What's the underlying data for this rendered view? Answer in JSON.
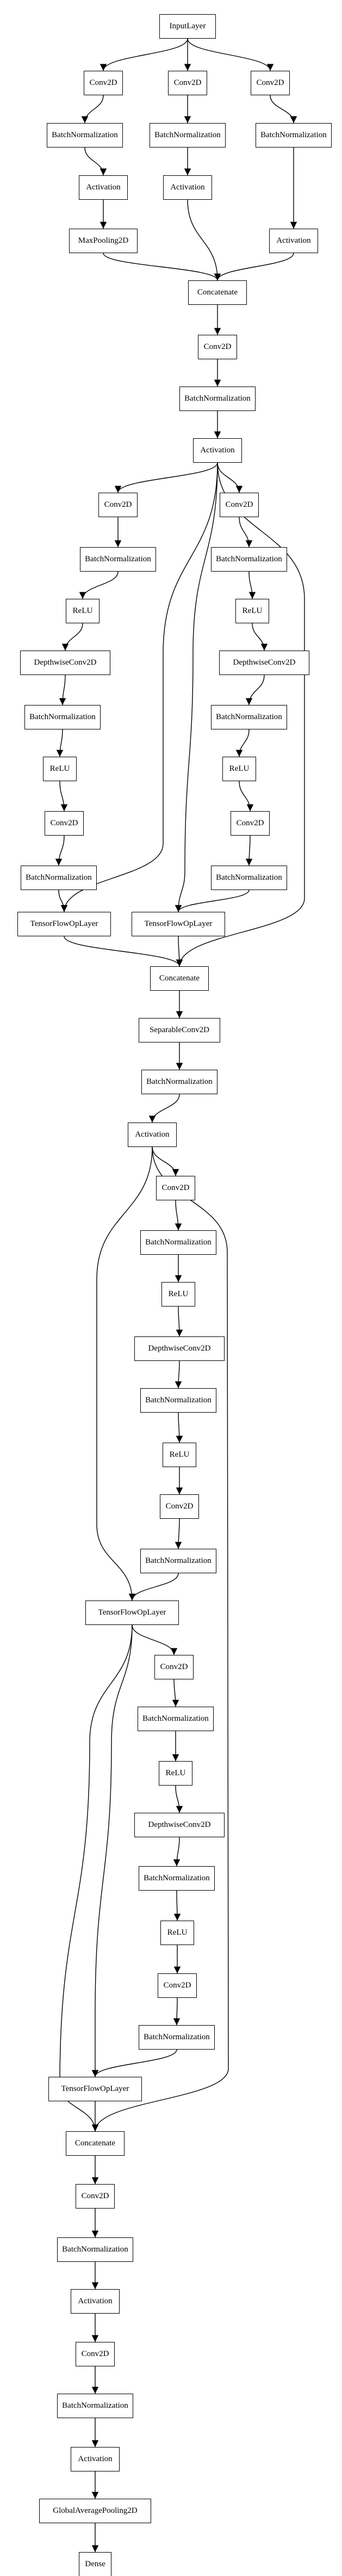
{
  "nodes": [
    {
      "id": "n_input",
      "label": "InputLayer"
    },
    {
      "id": "n_c1a",
      "label": "Conv2D"
    },
    {
      "id": "n_c1b",
      "label": "Conv2D"
    },
    {
      "id": "n_c1c",
      "label": "Conv2D"
    },
    {
      "id": "n_bn1a",
      "label": "BatchNormalization"
    },
    {
      "id": "n_bn1b",
      "label": "BatchNormalization"
    },
    {
      "id": "n_bn1c",
      "label": "BatchNormalization"
    },
    {
      "id": "n_act1a",
      "label": "Activation"
    },
    {
      "id": "n_act1b",
      "label": "Activation"
    },
    {
      "id": "n_act1c",
      "label": "Activation"
    },
    {
      "id": "n_mp",
      "label": "MaxPooling2D"
    },
    {
      "id": "n_cat1",
      "label": "Concatenate"
    },
    {
      "id": "n_c2",
      "label": "Conv2D"
    },
    {
      "id": "n_bn2",
      "label": "BatchNormalization"
    },
    {
      "id": "n_act2",
      "label": "Activation"
    },
    {
      "id": "n_L1",
      "label": "Conv2D"
    },
    {
      "id": "n_L2",
      "label": "BatchNormalization"
    },
    {
      "id": "n_L3",
      "label": "ReLU"
    },
    {
      "id": "n_L4",
      "label": "DepthwiseConv2D"
    },
    {
      "id": "n_L5",
      "label": "BatchNormalization"
    },
    {
      "id": "n_L6",
      "label": "ReLU"
    },
    {
      "id": "n_L7",
      "label": "Conv2D"
    },
    {
      "id": "n_L8",
      "label": "BatchNormalization"
    },
    {
      "id": "n_R1",
      "label": "Conv2D"
    },
    {
      "id": "n_R2",
      "label": "BatchNormalization"
    },
    {
      "id": "n_R3",
      "label": "ReLU"
    },
    {
      "id": "n_R4",
      "label": "DepthwiseConv2D"
    },
    {
      "id": "n_R5",
      "label": "BatchNormalization"
    },
    {
      "id": "n_R6",
      "label": "ReLU"
    },
    {
      "id": "n_R7",
      "label": "Conv2D"
    },
    {
      "id": "n_R8",
      "label": "BatchNormalization"
    },
    {
      "id": "n_tfA",
      "label": "TensorFlowOpLayer"
    },
    {
      "id": "n_tfB",
      "label": "TensorFlowOpLayer"
    },
    {
      "id": "n_cat2",
      "label": "Concatenate"
    },
    {
      "id": "n_sep",
      "label": "SeparableConv2D"
    },
    {
      "id": "n_bn3",
      "label": "BatchNormalization"
    },
    {
      "id": "n_act3",
      "label": "Activation"
    },
    {
      "id": "n_M1",
      "label": "Conv2D"
    },
    {
      "id": "n_M2",
      "label": "BatchNormalization"
    },
    {
      "id": "n_M3",
      "label": "ReLU"
    },
    {
      "id": "n_M4",
      "label": "DepthwiseConv2D"
    },
    {
      "id": "n_M5",
      "label": "BatchNormalization"
    },
    {
      "id": "n_M6",
      "label": "ReLU"
    },
    {
      "id": "n_M7",
      "label": "Conv2D"
    },
    {
      "id": "n_M8",
      "label": "BatchNormalization"
    },
    {
      "id": "n_tfC",
      "label": "TensorFlowOpLayer"
    },
    {
      "id": "n_N1",
      "label": "Conv2D"
    },
    {
      "id": "n_N2",
      "label": "BatchNormalization"
    },
    {
      "id": "n_N3",
      "label": "ReLU"
    },
    {
      "id": "n_N4",
      "label": "DepthwiseConv2D"
    },
    {
      "id": "n_N5",
      "label": "BatchNormalization"
    },
    {
      "id": "n_N6",
      "label": "ReLU"
    },
    {
      "id": "n_N7",
      "label": "Conv2D"
    },
    {
      "id": "n_N8",
      "label": "BatchNormalization"
    },
    {
      "id": "n_tfD",
      "label": "TensorFlowOpLayer"
    },
    {
      "id": "n_cat3",
      "label": "Concatenate"
    },
    {
      "id": "n_c4",
      "label": "Conv2D"
    },
    {
      "id": "n_bn4",
      "label": "BatchNormalization"
    },
    {
      "id": "n_act4",
      "label": "Activation"
    },
    {
      "id": "n_c5",
      "label": "Conv2D"
    },
    {
      "id": "n_bn5",
      "label": "BatchNormalization"
    },
    {
      "id": "n_act5",
      "label": "Activation"
    },
    {
      "id": "n_gap",
      "label": "GlobalAveragePooling2D"
    },
    {
      "id": "n_dense",
      "label": "Dense"
    }
  ],
  "edges": [
    [
      "n_input",
      "n_c1a"
    ],
    [
      "n_input",
      "n_c1b"
    ],
    [
      "n_input",
      "n_c1c"
    ],
    [
      "n_c1a",
      "n_bn1a"
    ],
    [
      "n_c1b",
      "n_bn1b"
    ],
    [
      "n_c1c",
      "n_bn1c"
    ],
    [
      "n_bn1a",
      "n_act1a"
    ],
    [
      "n_bn1b",
      "n_act1b"
    ],
    [
      "n_bn1c",
      "n_act1c"
    ],
    [
      "n_act1a",
      "n_mp"
    ],
    [
      "n_mp",
      "n_cat1"
    ],
    [
      "n_act1b",
      "n_cat1"
    ],
    [
      "n_act1c",
      "n_cat1"
    ],
    [
      "n_cat1",
      "n_c2"
    ],
    [
      "n_c2",
      "n_bn2"
    ],
    [
      "n_bn2",
      "n_act2"
    ],
    [
      "n_act2",
      "n_L1"
    ],
    [
      "n_L1",
      "n_L2"
    ],
    [
      "n_L2",
      "n_L3"
    ],
    [
      "n_L3",
      "n_L4"
    ],
    [
      "n_L4",
      "n_L5"
    ],
    [
      "n_L5",
      "n_L6"
    ],
    [
      "n_L6",
      "n_L7"
    ],
    [
      "n_L7",
      "n_L8"
    ],
    [
      "n_act2",
      "n_R1"
    ],
    [
      "n_R1",
      "n_R2"
    ],
    [
      "n_R2",
      "n_R3"
    ],
    [
      "n_R3",
      "n_R4"
    ],
    [
      "n_R4",
      "n_R5"
    ],
    [
      "n_R5",
      "n_R6"
    ],
    [
      "n_R6",
      "n_R7"
    ],
    [
      "n_R7",
      "n_R8"
    ],
    [
      "n_L8",
      "n_tfA"
    ],
    [
      "n_act2",
      "n_tfA"
    ],
    [
      "n_R8",
      "n_tfB"
    ],
    [
      "n_act2",
      "n_tfB"
    ],
    [
      "n_tfA",
      "n_cat2"
    ],
    [
      "n_tfB",
      "n_cat2"
    ],
    [
      "n_act2",
      "n_cat2"
    ],
    [
      "n_cat2",
      "n_sep"
    ],
    [
      "n_sep",
      "n_bn3"
    ],
    [
      "n_bn3",
      "n_act3"
    ],
    [
      "n_act3",
      "n_M1"
    ],
    [
      "n_M1",
      "n_M2"
    ],
    [
      "n_M2",
      "n_M3"
    ],
    [
      "n_M3",
      "n_M4"
    ],
    [
      "n_M4",
      "n_M5"
    ],
    [
      "n_M5",
      "n_M6"
    ],
    [
      "n_M6",
      "n_M7"
    ],
    [
      "n_M7",
      "n_M8"
    ],
    [
      "n_M8",
      "n_tfC"
    ],
    [
      "n_act3",
      "n_tfC"
    ],
    [
      "n_tfC",
      "n_N1"
    ],
    [
      "n_N1",
      "n_N2"
    ],
    [
      "n_N2",
      "n_N3"
    ],
    [
      "n_N3",
      "n_N4"
    ],
    [
      "n_N4",
      "n_N5"
    ],
    [
      "n_N5",
      "n_N6"
    ],
    [
      "n_N6",
      "n_N7"
    ],
    [
      "n_N7",
      "n_N8"
    ],
    [
      "n_N8",
      "n_tfD"
    ],
    [
      "n_tfC",
      "n_tfD"
    ],
    [
      "n_tfD",
      "n_cat3"
    ],
    [
      "n_tfC",
      "n_cat3"
    ],
    [
      "n_act3",
      "n_cat3"
    ],
    [
      "n_cat3",
      "n_c4"
    ],
    [
      "n_c4",
      "n_bn4"
    ],
    [
      "n_bn4",
      "n_act4"
    ],
    [
      "n_act4",
      "n_c5"
    ],
    [
      "n_c5",
      "n_bn5"
    ],
    [
      "n_bn5",
      "n_act5"
    ],
    [
      "n_act5",
      "n_gap"
    ],
    [
      "n_gap",
      "n_dense"
    ]
  ],
  "colors": {
    "stroke": "#000000",
    "fill": "#ffffff",
    "text": "#000000"
  }
}
